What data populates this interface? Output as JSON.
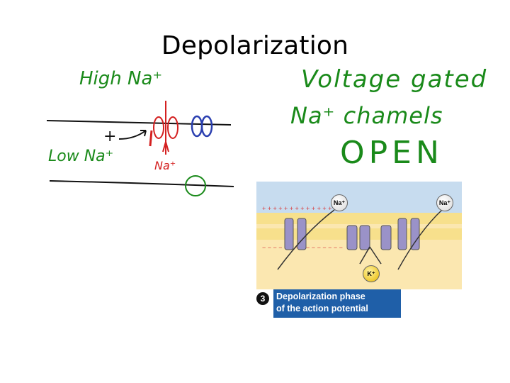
{
  "slide": {
    "title": "Depolarization"
  },
  "annotations": {
    "high_na": "High Na⁺",
    "low_na": "Low Na⁺",
    "plus_sign": "+",
    "na_red": "Na⁺",
    "voltage_gated": "Voltage gated",
    "na_channels": "Na⁺ chamels",
    "open": "OPEN"
  },
  "figure": {
    "ion_na_1": "Na⁺",
    "ion_na_2": "Na⁺",
    "ion_k": "K⁺",
    "step_number": "3",
    "caption_line1": "Depolarization phase",
    "caption_line2": "of the action potential"
  },
  "colors": {
    "handwriting_green": "#1a8a1a",
    "handwriting_red": "#d42020",
    "channel_blue": "#2a3fb0",
    "caption_blue": "#1f5fa8",
    "membrane_yellow": "#f7e08c",
    "channel_purple": "#9a92c8",
    "extracellular_blue": "#c7dcef",
    "cytoplasm": "#fbe7b0"
  }
}
